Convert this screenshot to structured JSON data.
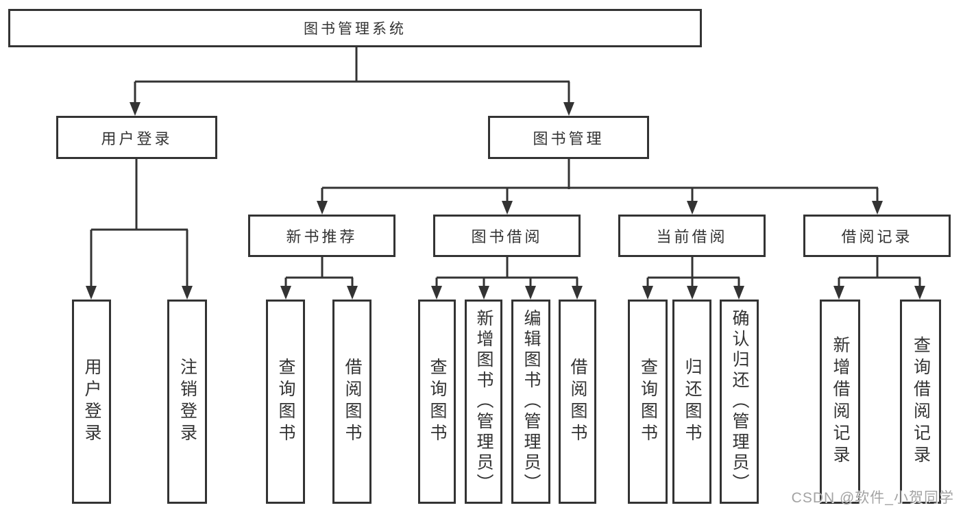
{
  "diagram": {
    "title_node": {
      "label": "图书管理系统"
    },
    "level2": [
      {
        "id": "user-login",
        "label": "用户登录"
      },
      {
        "id": "book-management",
        "label": "图书管理"
      }
    ],
    "level3": [
      {
        "id": "new-book-recommend",
        "label": "新书推荐",
        "parent": "图书管理"
      },
      {
        "id": "book-borrowing",
        "label": "图书借阅",
        "parent": "图书管理"
      },
      {
        "id": "current-borrowing",
        "label": "当前借阅",
        "parent": "图书管理"
      },
      {
        "id": "borrowing-records",
        "label": "借阅记录",
        "parent": "图书管理"
      }
    ],
    "leaves": [
      {
        "id": "user-login-leaf",
        "label": "用户登录",
        "parent": "用户登录"
      },
      {
        "id": "logout-leaf",
        "label": "注销登录",
        "parent": "用户登录"
      },
      {
        "id": "query-books-recommend",
        "label": "查询图书",
        "parent": "新书推荐"
      },
      {
        "id": "borrow-books-recommend",
        "label": "借阅图书",
        "parent": "新书推荐"
      },
      {
        "id": "query-books-borrowing",
        "label": "查询图书",
        "parent": "图书借阅"
      },
      {
        "id": "add-books-admin",
        "label": "新增图书（管理员）",
        "parent": "图书借阅"
      },
      {
        "id": "edit-books-admin",
        "label": "编辑图书（管理员）",
        "parent": "图书借阅"
      },
      {
        "id": "borrow-books-borrowing",
        "label": "借阅图书",
        "parent": "图书借阅"
      },
      {
        "id": "query-books-current",
        "label": "查询图书",
        "parent": "当前借阅"
      },
      {
        "id": "return-books",
        "label": "归还图书",
        "parent": "当前借阅"
      },
      {
        "id": "confirm-return-admin",
        "label": "确认归还（管理员）",
        "parent": "当前借阅"
      },
      {
        "id": "add-borrow-record",
        "label": "新增借阅记录",
        "parent": "借阅记录"
      },
      {
        "id": "query-borrow-record",
        "label": "查询借阅记录",
        "parent": "借阅记录"
      }
    ]
  },
  "colors": {
    "line": "#333333",
    "text": "#333333",
    "background": "#ffffff",
    "watermark": "#a3a3a3"
  },
  "watermark": "CSDN @软件_小贺同学"
}
